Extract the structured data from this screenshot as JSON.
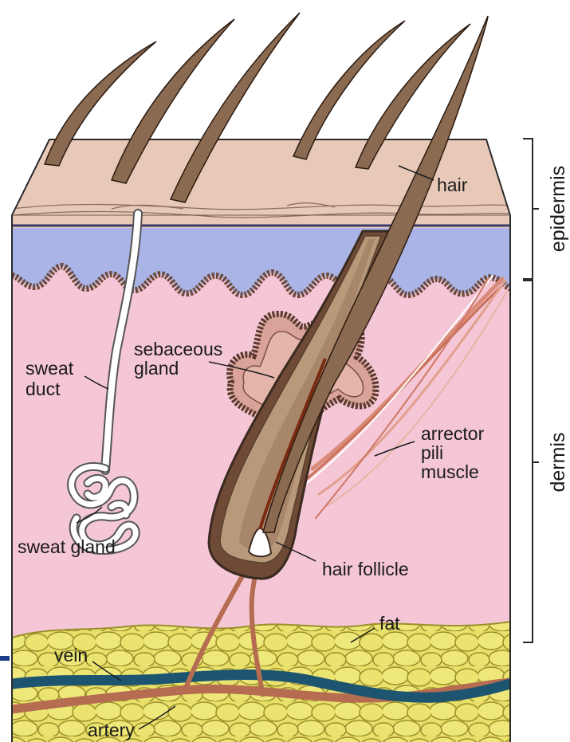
{
  "diagram": {
    "labels": {
      "hair": "hair",
      "sebaceous_line1": "sebaceous",
      "sebaceous_line2": "gland",
      "sweat_duct_line1": "sweat",
      "sweat_duct_line2": "duct",
      "arrector_line1": "arrector",
      "arrector_line2": "pili",
      "arrector_line3": "muscle",
      "sweat_gland": "sweat gland",
      "hair_follicle": "hair follicle",
      "fat": "fat",
      "vein": "vein",
      "artery": "artery"
    },
    "brackets": {
      "epidermis": "epidermis",
      "dermis": "dermis"
    },
    "colors": {
      "epidermis_surface": "#e8c9b8",
      "basal_layer": "#aab4e6",
      "dermis": "#f4c6d6",
      "fat": "#e9e06a",
      "hair_shaft": "#8a6a50",
      "follicle_outer": "#6f4a36",
      "follicle_inner": "#b89a7a",
      "sebaceous": "#d9a39a",
      "vein": "#1d5570",
      "artery": "#b56c50"
    }
  }
}
